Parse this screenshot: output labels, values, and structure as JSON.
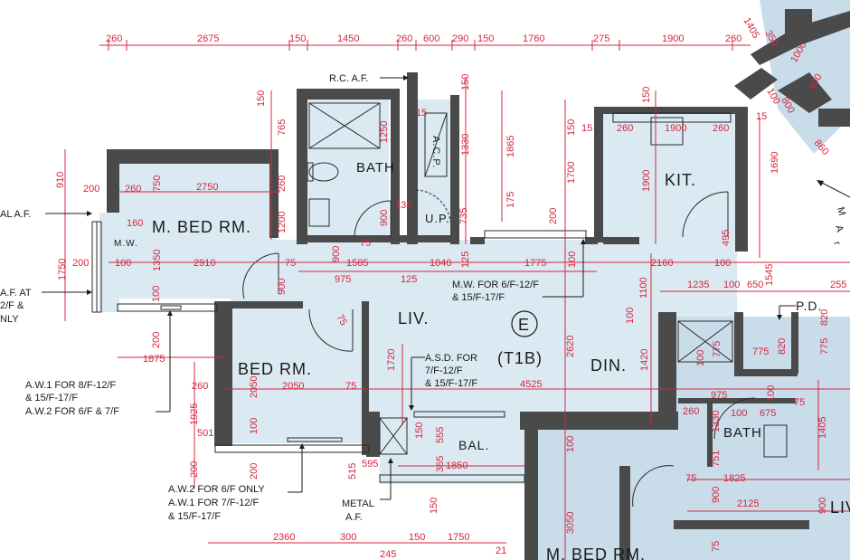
{
  "rooms": {
    "master_bed": "M. BED RM.",
    "bed": "BED RM.",
    "liv": "LIV.",
    "din": "DIN.",
    "kit": "KIT.",
    "bath": "BATH",
    "bath2": "BATH",
    "bal": "BAL.",
    "up": "U.P.",
    "acp": "A.C.P.",
    "mw": "M.W.",
    "pd": "P.D.",
    "liv_right": "LIV",
    "m_bed_bottom": "M. BED RM."
  },
  "unit": {
    "letter": "E",
    "code": "(T1B)"
  },
  "notes": {
    "rcaf": "R.C. A.F.",
    "mw_line1": "M.W. FOR 6/F-12/F",
    "mw_line2": "& 15/F-17/F",
    "asd_line1": "A.S.D. FOR",
    "asd_line2": "7/F-12/F",
    "asd_line3": "& 15/F-17/F",
    "aw_left_1": "A.W.1 FOR 8/F-12/F",
    "aw_left_2": "& 15/F-17/F",
    "aw_left_3": "A.W.2 FOR 6/F & 7/F",
    "aw_bottom_1": "A.W.2 FOR 6/F ONLY",
    "aw_bottom_2": "A.W.1 FOR 7/F-12/F",
    "aw_bottom_3": "& 15/F-17/F",
    "metal_1": "METAL",
    "metal_2": "A.F.",
    "left_edge_1": "AL A.F.",
    "left_edge_2": "A.F. AT",
    "left_edge_3": "2/F &",
    "left_edge_4": "NLY",
    "right_edge_1": "M",
    "right_edge_2": "A",
    "right_edge_3": "r"
  },
  "top_dims": [
    "260",
    "2675",
    "150",
    "1450",
    "260",
    "600",
    "290",
    "150",
    "1760",
    "275",
    "1900",
    "260"
  ],
  "dims": {
    "d1405": "1405",
    "d350": "350",
    "d1000": "1000",
    "d400": "400",
    "d800": "800",
    "d860": "860",
    "d100a": "100",
    "d150a": "150",
    "d765": "765",
    "d1250": "1250",
    "d15": "15",
    "d1330": "1330",
    "d150b": "150",
    "d1865": "1865",
    "d175": "175",
    "d150c": "150",
    "d1700": "1700",
    "d150d": "150",
    "d15b": "15",
    "d260a": "260",
    "d1900b": "1900",
    "d260b": "260",
    "d1690": "1690",
    "d15c": "15",
    "d910": "910",
    "d200a": "200",
    "d260c": "260",
    "d750": "750",
    "d2750": "2750",
    "d260d": "260",
    "d160": "160",
    "d1200": "1200",
    "d900a": "900",
    "d135": "135",
    "d735": "735",
    "d1900c": "1900",
    "d200b": "200",
    "d495": "495",
    "d1350": "1350",
    "d1750": "1750",
    "d200c": "200",
    "d100b": "100",
    "d2910": "2910",
    "d75a": "75",
    "d900b": "900",
    "d75b": "75",
    "d1585": "1585",
    "d1040": "1040",
    "d125a": "125",
    "d1775": "1775",
    "d100c": "100",
    "d2160": "2160",
    "d100d": "100",
    "d1545": "1545",
    "d975a": "975",
    "d125b": "125",
    "d900c": "900",
    "d100e": "100",
    "d1235": "1235",
    "d100f": "100",
    "d650": "650",
    "d255": "255",
    "d1100": "1100",
    "d75c": "75",
    "d820a": "820",
    "d775a": "775",
    "d200d": "200",
    "d1875": "1875",
    "d1720": "1720",
    "d2620": "2620",
    "d100g": "100",
    "d1420": "1420",
    "d775b": "775",
    "d775c": "775",
    "d820b": "820",
    "d100h": "100",
    "d260e": "260",
    "d2050a": "2050",
    "d2050b": "2050",
    "d75d": "75",
    "d4525": "4525",
    "d975b": "975",
    "d100i": "100",
    "d675": "675",
    "d75e": "75",
    "d1925": "1925",
    "d150e": "150",
    "d555": "555",
    "d260f": "260",
    "d1330b": "1330",
    "d1405b": "1405",
    "d501": "501",
    "d100j": "100",
    "d365": "365",
    "d751": "751",
    "d200e": "200",
    "d200f": "200",
    "d515": "515",
    "d595": "595",
    "d1850": "1850",
    "d150f": "150",
    "d1825": "1825",
    "d75f": "75",
    "d900d": "900",
    "d2125": "2125",
    "d900e": "900",
    "d3050": "3050",
    "d2360": "2360",
    "d300": "300",
    "d150g": "150",
    "d1750b": "1750",
    "d245": "245",
    "d75g": "75",
    "d100k": "100",
    "d21": "21",
    "d100l": "100"
  }
}
